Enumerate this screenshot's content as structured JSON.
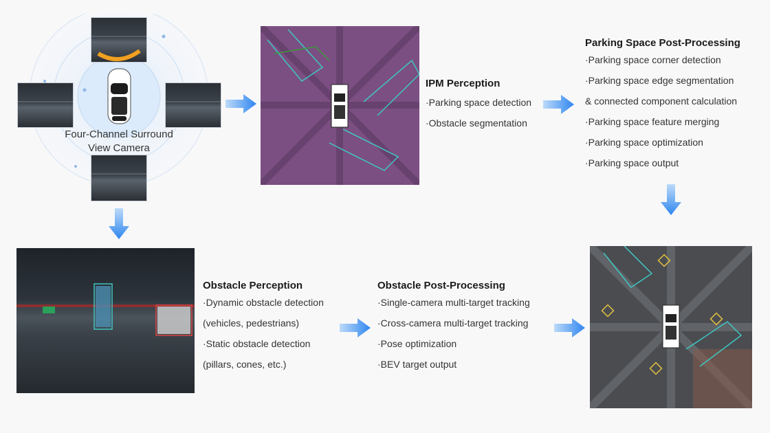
{
  "camera": {
    "label_line1": "Four-Channel Surround",
    "label_line2": "View Camera"
  },
  "ipm": {
    "title": "IPM Perception",
    "items": [
      "·Parking space detection",
      "·Obstacle segmentation"
    ]
  },
  "parking_post": {
    "title": "Parking Space Post-Processing",
    "items": [
      "·Parking space corner detection",
      "·Parking space edge segmentation",
      "& connected component calculation",
      "·Parking space feature merging",
      "·Parking space optimization",
      "·Parking space output"
    ]
  },
  "obstacle_perception": {
    "title": "Obstacle Perception",
    "items": [
      "·Dynamic obstacle detection",
      "(vehicles, pedestrians)",
      "·Static obstacle detection",
      "(pillars, cones, etc.)"
    ]
  },
  "obstacle_post": {
    "title": "Obstacle Post-Processing",
    "items": [
      "·Single-camera multi-target tracking",
      "·Cross-camera multi-target tracking",
      "·Pose optimization",
      "·BEV target output"
    ]
  },
  "colors": {
    "arrow_blue": "#2f86f0",
    "ipm_purple": "#7b4f82",
    "bev_gray": "#4a4c50"
  }
}
